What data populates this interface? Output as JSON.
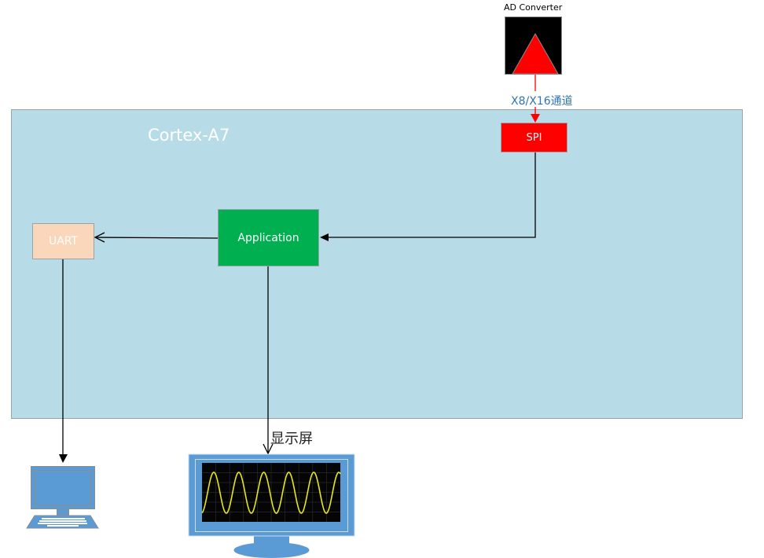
{
  "diagram": {
    "core": {
      "title": "Cortex-A7"
    },
    "blocks": {
      "uart": {
        "label": "UART"
      },
      "application": {
        "label": "Application"
      },
      "spi": {
        "label": "SPI"
      }
    },
    "adc": {
      "label": "AD Converter"
    },
    "channel_label": "X8/X16通道",
    "display_label": "显示屏",
    "colors": {
      "core_fill": "#b7dce7",
      "uart_fill": "#fad7bb",
      "application_fill": "#00b050",
      "spi_fill": "#ff0000",
      "adc_fill": "#000000",
      "adc_triangle": "#ff0000",
      "channel_text": "#2e74b5",
      "device_blue": "#5b9bd5",
      "waveform": "#e6e619"
    },
    "icons": {
      "computer": "desktop-computer-icon",
      "monitor": "oscilloscope-monitor-icon"
    }
  }
}
